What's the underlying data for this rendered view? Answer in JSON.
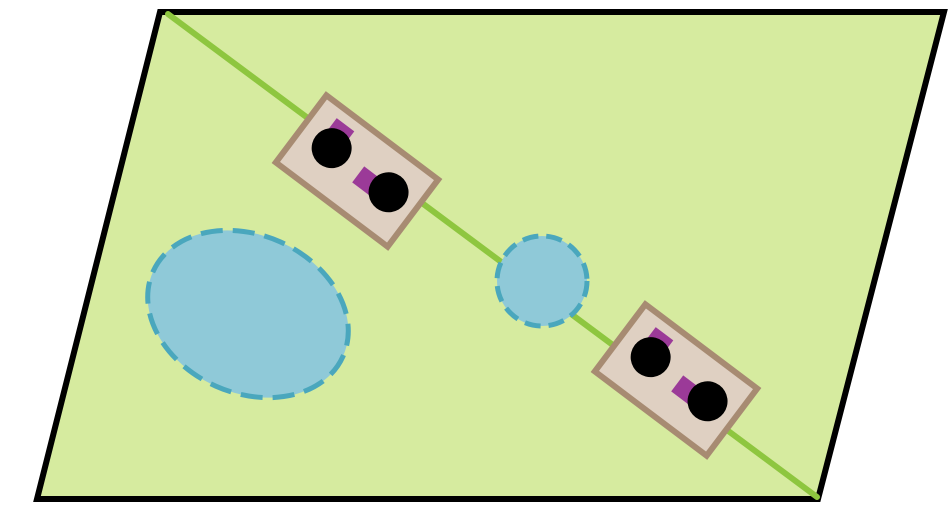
{
  "colors": {
    "background": "#ffffff",
    "plane_fill": "#d6eb9f",
    "plane_stroke": "#000000",
    "diagonal_line": "#8ec63f",
    "water_fill": "#8fc9d8",
    "water_stroke": "#4aa7bd",
    "card_fill": "#dfd0c2",
    "card_stroke": "#a78b72",
    "dot_fill": "#000000",
    "square_fill": "#9b3a98"
  },
  "diagram": {
    "shape": "parallelogram",
    "elements": [
      {
        "name": "diagonal-line",
        "icon": "line"
      },
      {
        "name": "dashed-ellipse",
        "icon": "dashed-ellipse"
      },
      {
        "name": "dashed-circle",
        "icon": "dashed-circle"
      },
      {
        "name": "card-upper",
        "icon": "rectangle",
        "contains": [
          "dot",
          "dot",
          "square",
          "square"
        ]
      },
      {
        "name": "card-lower",
        "icon": "rectangle",
        "contains": [
          "dot",
          "dot",
          "square",
          "square"
        ]
      }
    ]
  }
}
